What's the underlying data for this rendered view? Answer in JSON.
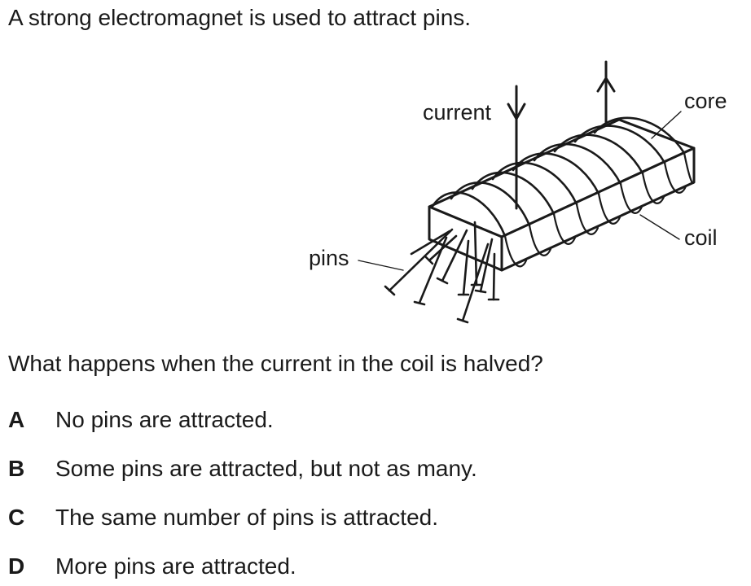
{
  "intro": "A strong electromagnet is used to attract pins.",
  "diagram": {
    "labels": {
      "current": "current",
      "core": "core",
      "coil": "coil",
      "pins": "pins"
    }
  },
  "question": "What happens when the current in the coil is halved?",
  "options": [
    {
      "letter": "A",
      "text": "No pins are attracted."
    },
    {
      "letter": "B",
      "text": "Some pins are attracted, but not as many."
    },
    {
      "letter": "C",
      "text": "The same number of pins is attracted."
    },
    {
      "letter": "D",
      "text": "More pins are attracted."
    }
  ]
}
